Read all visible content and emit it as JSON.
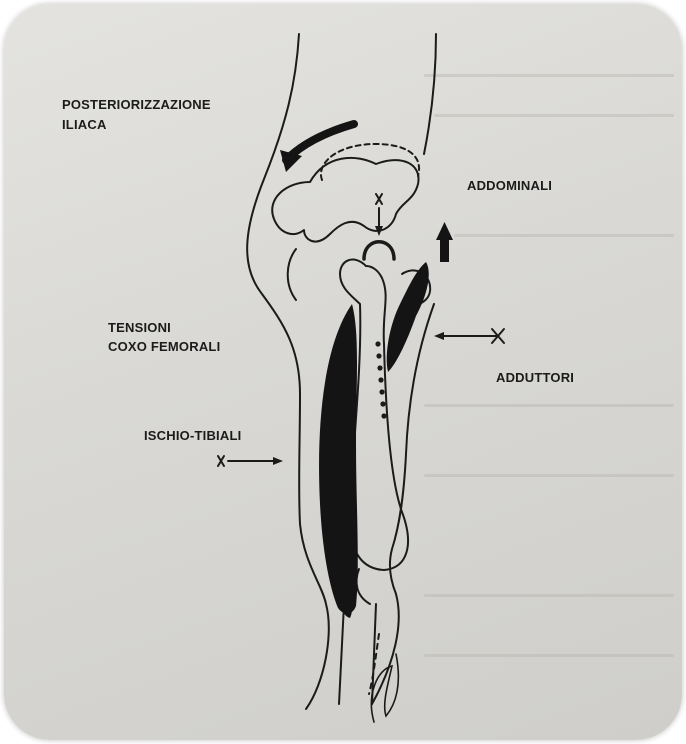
{
  "labels": {
    "iliac_posteriorization": [
      "POSTERIORIZZAZIONE",
      "ILIACA"
    ],
    "abdominals": "ADDOMINALI",
    "coxofemoral_tensions": [
      "TENSIONI",
      "COXO FEMORALI"
    ],
    "adductors": "ADDUTTORI",
    "hamstrings": "ISCHIO-TIBIALI"
  },
  "colors": {
    "ink": "#1b1b1b",
    "paper": "#dcdbd7",
    "bleed_through": "#b8b6b1"
  },
  "icons": [
    "curved-arrow-icon",
    "up-arrow-icon",
    "x-arrow-icon"
  ]
}
